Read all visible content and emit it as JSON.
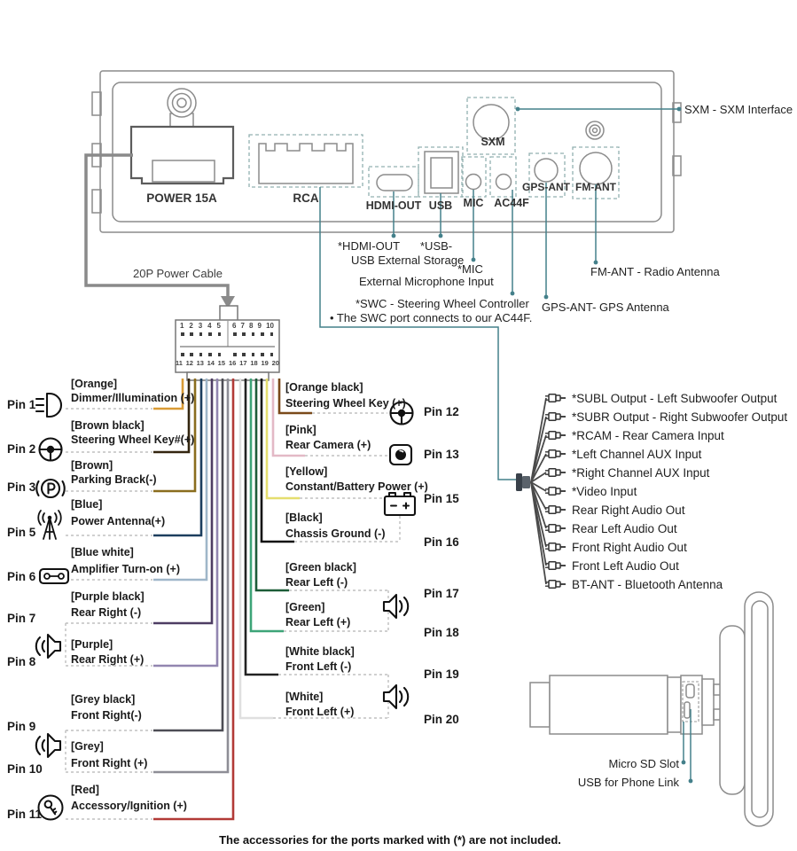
{
  "panel": {
    "power_label": "POWER 15A",
    "rca_label": "RCA",
    "hdmi_label": "HDMI-OUT",
    "usb_label": "USB",
    "mic_label": "MIC",
    "ac44f_label": "AC44F",
    "sxm_label": "SXM",
    "gps_label": "GPS-ANT",
    "fm_label": "FM-ANT"
  },
  "annotations": {
    "sxm": "SXM - SXM Interface",
    "hdmi": "*HDMI-OUT",
    "usb": "*USB-",
    "usb_desc": "USB External Storage",
    "mic": "*MIC",
    "mic_desc": "External Microphone Input",
    "swc": "*SWC - Steering Wheel Controller",
    "swc_note": "• The SWC port connects to our AC44F.",
    "fm": "FM-ANT - Radio Antenna",
    "gps": "GPS-ANT- GPS Antenna"
  },
  "power_cable": {
    "label": "20P Power Cable",
    "pins_top": [
      "1",
      "2",
      "3",
      "4",
      "5",
      "6",
      "7",
      "8",
      "9",
      "10"
    ],
    "pins_bottom": [
      "11",
      "12",
      "13",
      "14",
      "15",
      "16",
      "17",
      "18",
      "19",
      "20"
    ]
  },
  "left_pins": [
    {
      "pin": "Pin 1",
      "color": "[Orange]",
      "func": "Dimmer/Illumination (+)",
      "icon": "dimmer-icon",
      "wire": "#D99B35"
    },
    {
      "pin": "Pin 2",
      "color": "[Brown black]",
      "func": "Steering Wheel Key#(+)",
      "icon": "steering-wheel-icon",
      "wire": "#33250F"
    },
    {
      "pin": "Pin 3",
      "color": "[Brown]",
      "func": "Parking Brack(-)",
      "icon": "parking-brake-icon",
      "wire": "#8A6D1E"
    },
    {
      "pin": "Pin 5",
      "color": "[Blue]",
      "func": "Power Antenna(+)",
      "icon": "antenna-icon",
      "wire": "#1C3E5E"
    },
    {
      "pin": "Pin 6",
      "color": "[Blue white]",
      "func": "Amplifier Turn-on (+)",
      "icon": "amplifier-icon",
      "wire": "#9FB6C9"
    },
    {
      "pin": "Pin 7",
      "color": "[Purple black]",
      "func": "Rear Right (-)",
      "icon": "speaker-icon",
      "wire": "#4E3D63"
    },
    {
      "pin": "Pin 8",
      "color": "[Purple]",
      "func": "Rear Right (+)",
      "icon": "speaker-icon",
      "wire": "#9286B0"
    },
    {
      "pin": "Pin 9",
      "color": "[Grey black]",
      "func": "Front Right(-)",
      "icon": "speaker-icon",
      "wire": "#4D4D55"
    },
    {
      "pin": "Pin 10",
      "color": "[Grey]",
      "func": "Front Right (+)",
      "icon": "speaker-icon",
      "wire": "#8E8E96"
    },
    {
      "pin": "Pin 11",
      "color": "[Red]",
      "func": "Accessory/Ignition (+)",
      "icon": "ignition-icon",
      "wire": "#B23A37"
    }
  ],
  "right_pins": [
    {
      "pin": "Pin 12",
      "color": "[Orange black]",
      "func": "Steering Wheel Key (+)",
      "icon": "steering-wheel-icon",
      "wire": "#7A4A1A"
    },
    {
      "pin": "Pin 13",
      "color": "[Pink]",
      "func": "Rear Camera (+)",
      "icon": "camera-icon",
      "wire": "#E3B9C6"
    },
    {
      "pin": "Pin 15",
      "color": "[Yellow]",
      "func": "Constant/Battery Power (+)",
      "icon": "battery-icon",
      "wire": "#E5DE6E"
    },
    {
      "pin": "Pin 16",
      "color": "[Black]",
      "func": "Chassis Ground (-)",
      "icon": "",
      "wire": "#111111"
    },
    {
      "pin": "Pin 17",
      "color": "[Green black]",
      "func": "Rear Left (-)",
      "icon": "speaker-icon",
      "wire": "#1C5C38"
    },
    {
      "pin": "Pin 18",
      "color": "[Green]",
      "func": "Rear Left (+)",
      "icon": "speaker-icon",
      "wire": "#3DA478"
    },
    {
      "pin": "Pin 19",
      "color": "[White black]",
      "func": "Front Left (-)",
      "icon": "speaker-icon",
      "wire": "#222222"
    },
    {
      "pin": "Pin 20",
      "color": "[White]",
      "func": "Front Left (+)",
      "icon": "speaker-icon",
      "wire": "#E0E0E0"
    }
  ],
  "rca_outputs": [
    "*SUBL Output - Left Subwoofer Output",
    "*SUBR Output - Right Subwoofer Output",
    "*RCAM - Rear Camera Input",
    "*Left Channel AUX Input",
    "*Right Channel AUX Input",
    "*Video Input",
    "Rear Right Audio Out",
    "Rear Left Audio Out",
    "Front Right Audio Out",
    "Front Left Audio Out",
    "BT-ANT - Bluetooth Antenna"
  ],
  "side_view": {
    "sd_label": "Micro SD Slot",
    "usb_label": "USB for Phone Link"
  },
  "footer": "The accessories for the ports marked with (*) are not included.",
  "colors": {
    "leader": "#44808A",
    "outline": "#8c8c8c",
    "dashbox": "#92b0b0",
    "dash": "#b5b5b5",
    "cable": "#8a8a8a",
    "fan": "#4a4a4a",
    "text": "#1a1a1a"
  }
}
